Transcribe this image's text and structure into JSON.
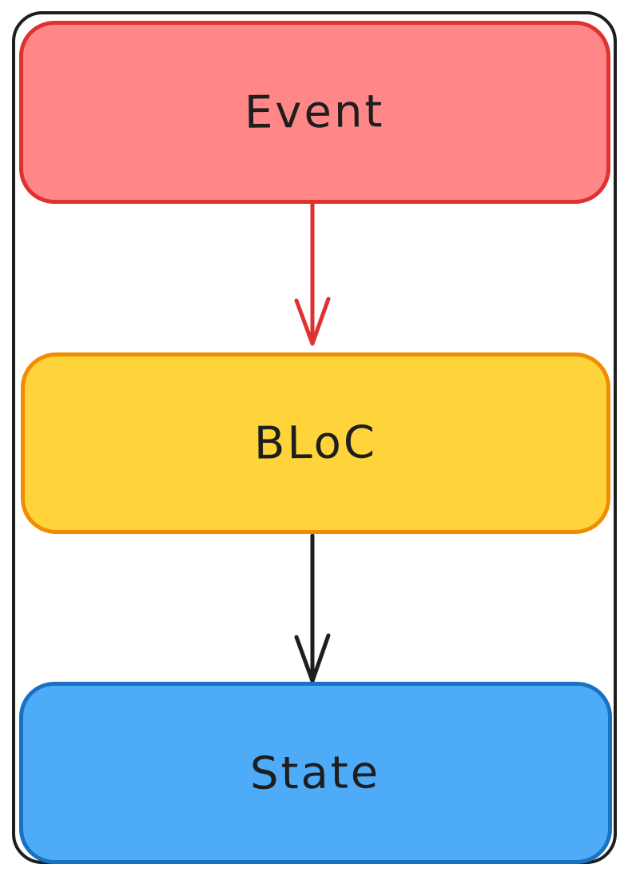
{
  "diagram": {
    "background": "#ffffff",
    "frame_color": "#1e1e1e",
    "text_color": "#1e1e1e",
    "nodes": [
      {
        "id": "event",
        "label": "Event",
        "fill": "#ff8787",
        "stroke": "#e03131"
      },
      {
        "id": "bloc",
        "label": "BLoC",
        "fill": "#ffd43b",
        "stroke": "#f08c00"
      },
      {
        "id": "state",
        "label": "State",
        "fill": "#4dabf7",
        "stroke": "#1971c2"
      }
    ],
    "edges": [
      {
        "from": "Event",
        "to": "BLoC",
        "color": "#e03131"
      },
      {
        "from": "BLoC",
        "to": "State",
        "color": "#1e1e1e"
      }
    ]
  }
}
